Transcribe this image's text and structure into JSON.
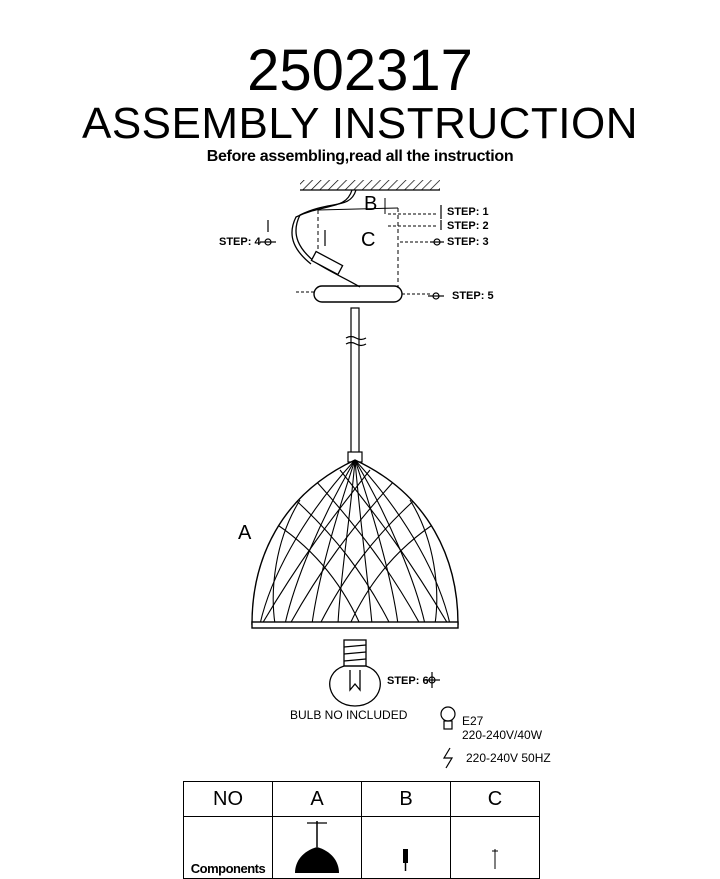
{
  "header": {
    "model_number": "2502317",
    "title": "ASSEMBLY  INSTRUCTION",
    "subtitle": "Before assembling,read all the instruction"
  },
  "diagram": {
    "part_labels": {
      "a": "A",
      "b": "B",
      "c": "C"
    },
    "steps": {
      "step1": "STEP: 1",
      "step2": "STEP: 2",
      "step3": "STEP: 3",
      "step4": "STEP: 4",
      "step5": "STEP: 5",
      "step6": "STEP: 6"
    },
    "bulb_note": "BULB NO INCLUDED",
    "bulb_spec": {
      "socket": "E27",
      "power": "220-240V/40W",
      "supply": "220-240V 50HZ"
    }
  },
  "parts_table": {
    "headers": [
      "NO",
      "A",
      "B",
      "C"
    ],
    "row_label": "Components"
  }
}
